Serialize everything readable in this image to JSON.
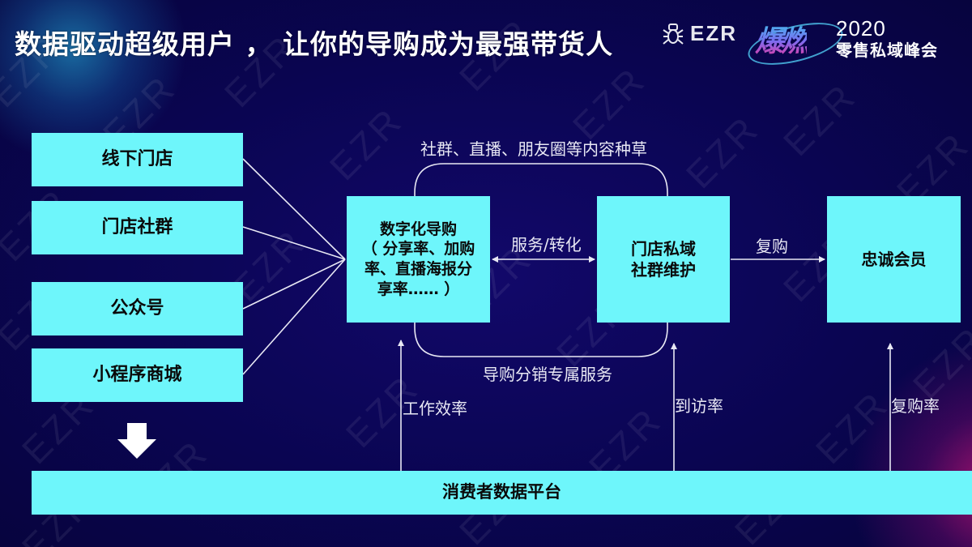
{
  "header": {
    "title": "数据驱动超级用户 ， 让你的导购成为最强带货人",
    "brand_name": "EZR",
    "event_logo_text": "爆燃",
    "event_year": "2020",
    "event_name": "零售私域峰会"
  },
  "watermark_text": "EZR",
  "diagram": {
    "sources": [
      {
        "label": "线下门店"
      },
      {
        "label": "门店社群"
      },
      {
        "label": "公众号"
      },
      {
        "label": "小程序商城"
      }
    ],
    "nodes": {
      "digital_guide": {
        "line1": "数字化导购",
        "line2": "（ 分享率、加购",
        "line3": "率、直播海报分",
        "line4": "享率…… ）"
      },
      "store_private": {
        "line1": "门店私域",
        "line2": "社群维护"
      },
      "loyal_member": {
        "label": "忠诚会员"
      },
      "platform": {
        "label": "消费者数据平台"
      }
    },
    "edges": {
      "top_loop": "社群、直播、朋友圈等内容种草",
      "bottom_loop": "导购分销专属服务",
      "service_conversion": "服务/转化",
      "repurchase": "复购",
      "work_efficiency": "工作效率",
      "visit_rate": "到访率",
      "repurchase_rate": "复购率"
    }
  },
  "colors": {
    "background": "#0a0552",
    "box_fill": "#6ef6fb",
    "box_text": "#0a0a0a",
    "line": "#e8e8f4",
    "accent_pink": "#f0359a",
    "accent_cyan": "#35d3f0"
  }
}
